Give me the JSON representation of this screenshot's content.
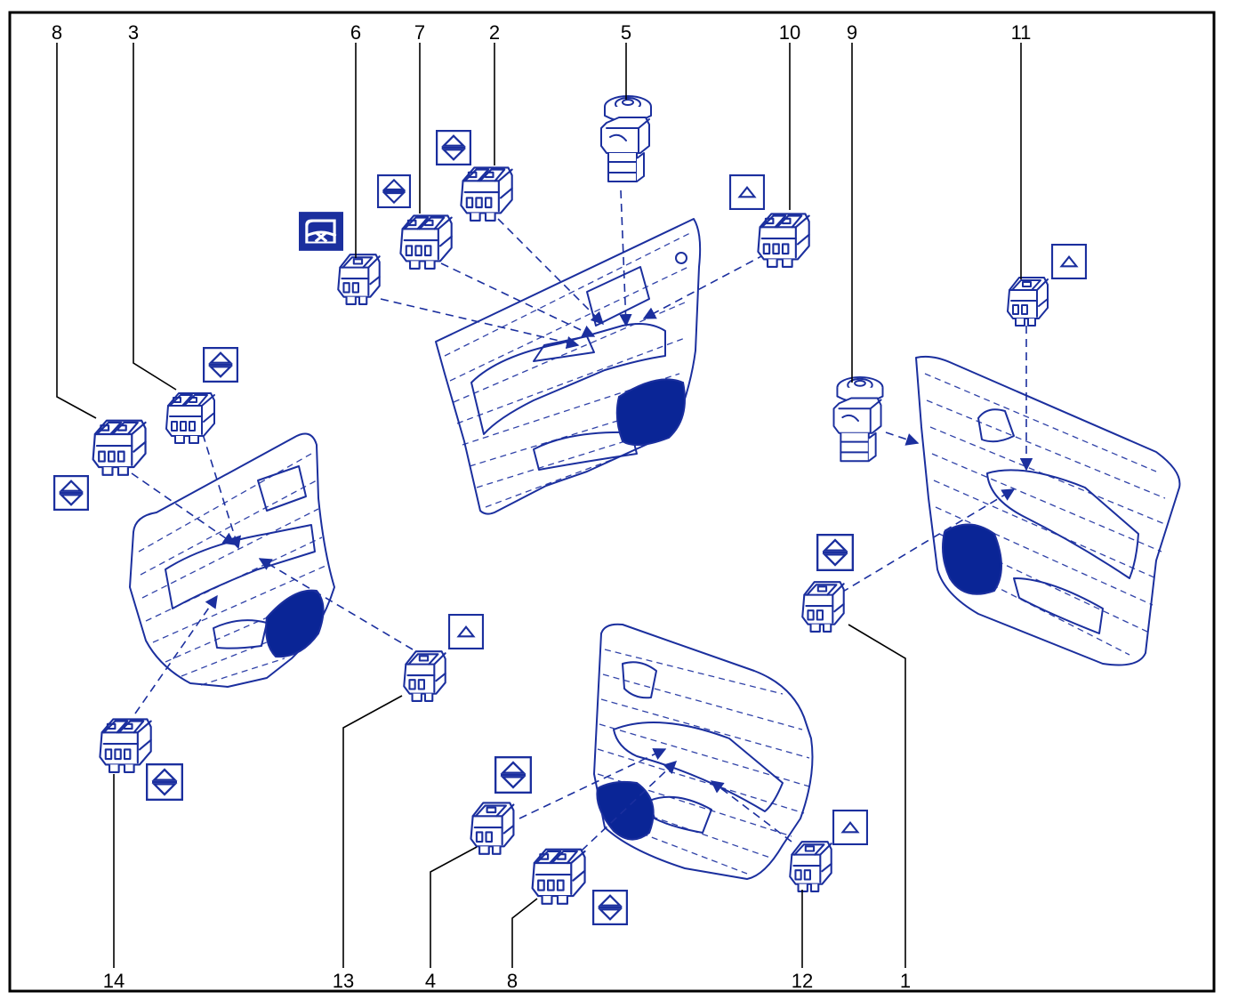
{
  "diagram": {
    "ink_color": "#1b2f9e",
    "fill_color": "#0a2596",
    "callouts": [
      "8",
      "3",
      "6",
      "7",
      "2",
      "5",
      "10",
      "9",
      "11",
      "14",
      "13",
      "4",
      "8",
      "12",
      "1"
    ],
    "symbols": {
      "up_down": "up-down-arrows-icon",
      "up": "up-arrow-icon",
      "window_lock": "window-lock-icon"
    }
  }
}
